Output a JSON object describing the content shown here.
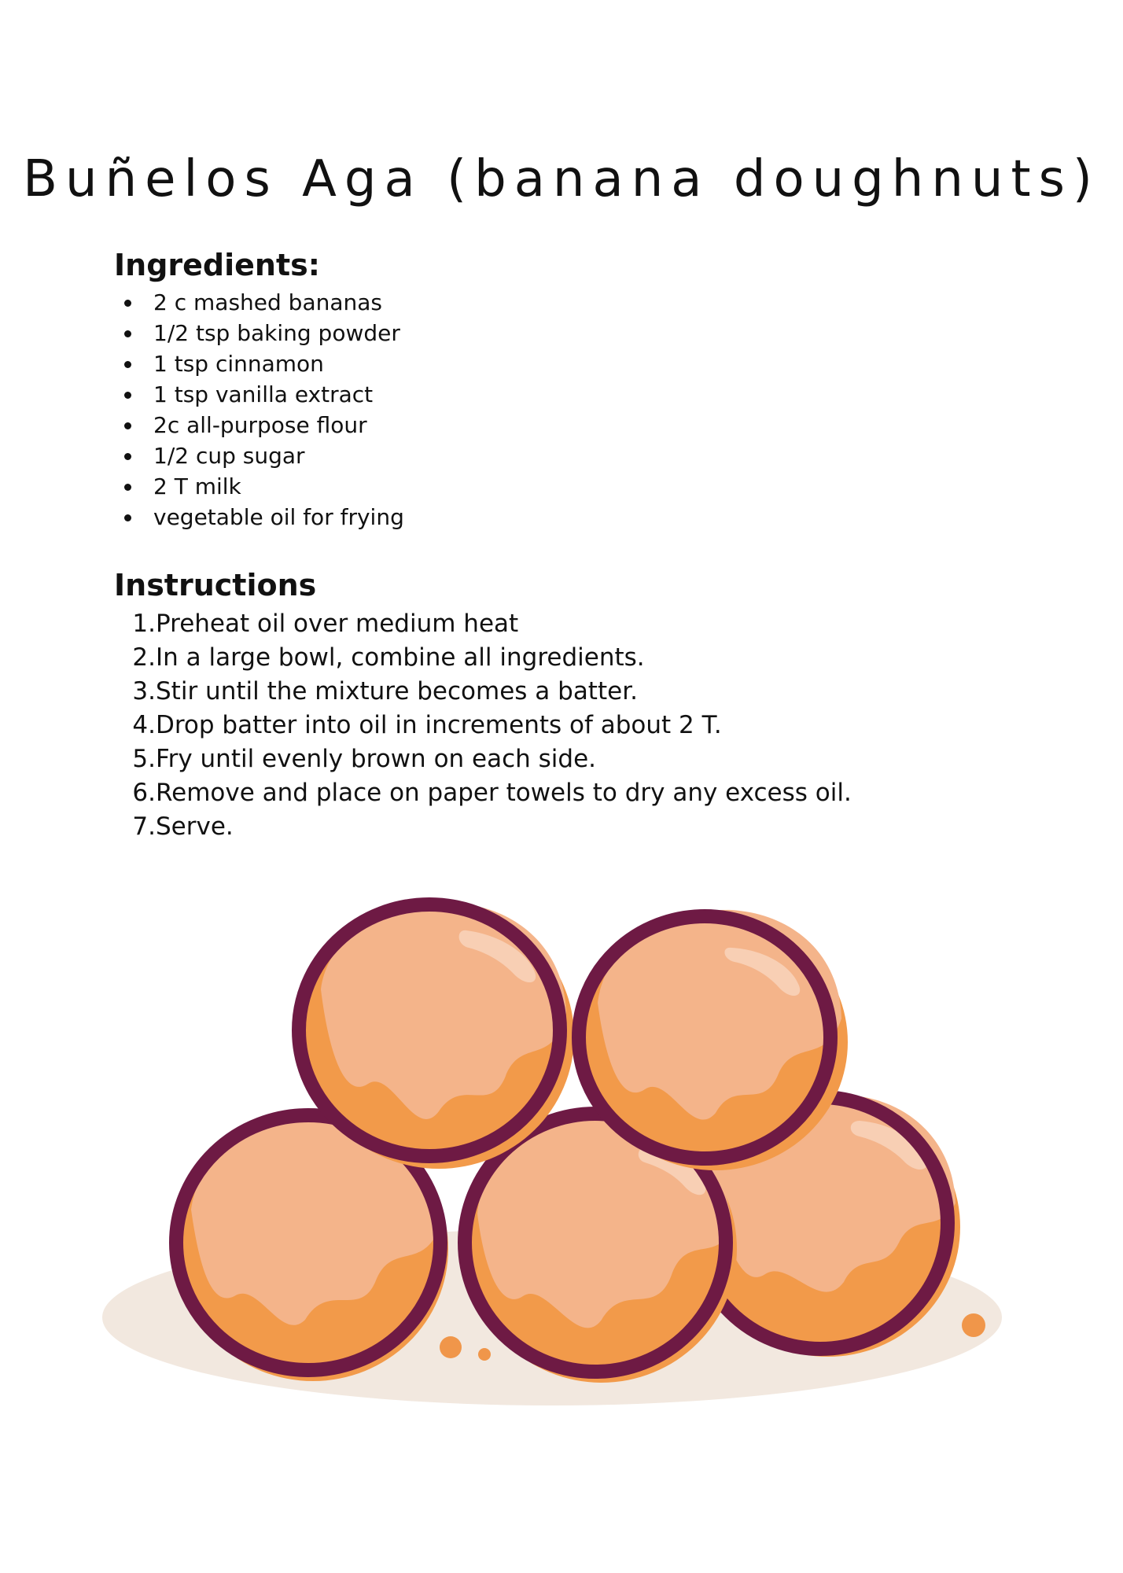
{
  "recipe": {
    "title": "Buñelos Aga (banana doughnuts)",
    "ingredients_heading": "Ingredients:",
    "ingredients": [
      "2 c mashed bananas",
      "1/2 tsp baking powder",
      "1 tsp cinnamon",
      "1 tsp vanilla extract",
      "2c all-purpose flour",
      "1/2 cup sugar",
      "2 T milk",
      "vegetable oil for frying"
    ],
    "instructions_heading": "Instructions",
    "steps": [
      {
        "num": "1.",
        "text": "Preheat oil over medium heat"
      },
      {
        "num": "2.",
        "text": "In a large bowl, combine all ingredients."
      },
      {
        "num": "3.",
        "text": "Stir until the mixture becomes a batter."
      },
      {
        "num": "4.",
        "text": "Drop batter into oil in increments of about 2 T."
      },
      {
        "num": "5.",
        "text": "Fry until evenly brown on each side."
      },
      {
        "num": "6.",
        "text": "Remove and place on paper towels to dry any excess oil."
      },
      {
        "num": "7.",
        "text": "Serve."
      }
    ]
  },
  "illustration": {
    "subject": "doughnut-stack-illustration",
    "colors": {
      "outline": "#6e1a44",
      "dough_dark": "#f29a4a",
      "dough_light": "#f4b48a",
      "highlight": "#f8cfb4",
      "plate": "#f2e8df",
      "crumb": "#f0964a"
    }
  }
}
